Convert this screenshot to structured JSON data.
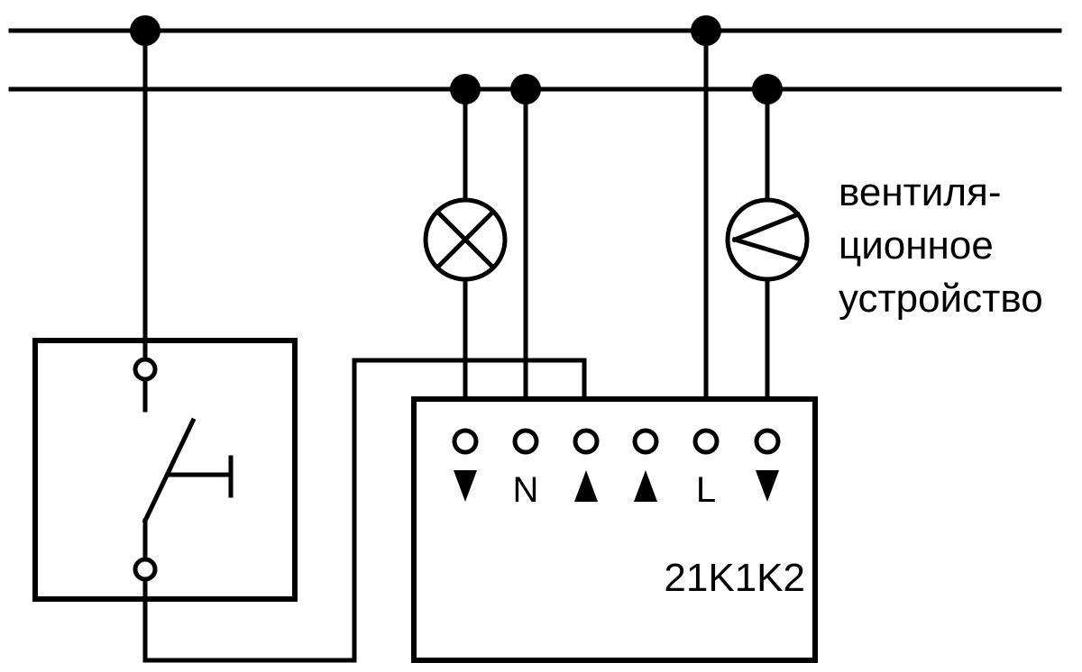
{
  "device": {
    "model": "21K1K2",
    "terminals": [
      {
        "id": "t1",
        "symbol": "down-triangle",
        "label": ""
      },
      {
        "id": "t2",
        "symbol": "text",
        "label": "N"
      },
      {
        "id": "t3",
        "symbol": "up-triangle",
        "label": ""
      },
      {
        "id": "t4",
        "symbol": "up-triangle",
        "label": ""
      },
      {
        "id": "t5",
        "symbol": "text",
        "label": "L"
      },
      {
        "id": "t6",
        "symbol": "down-triangle",
        "label": ""
      }
    ]
  },
  "fan": {
    "caption_lines": [
      "вентиля-",
      "ционное",
      "устройство"
    ],
    "icon": "fan-icon"
  },
  "lamp": {
    "icon": "lamp-icon"
  },
  "switch": {
    "icon": "switch-icon"
  },
  "colors": {
    "line": "#000000",
    "background": "#ffffff"
  }
}
